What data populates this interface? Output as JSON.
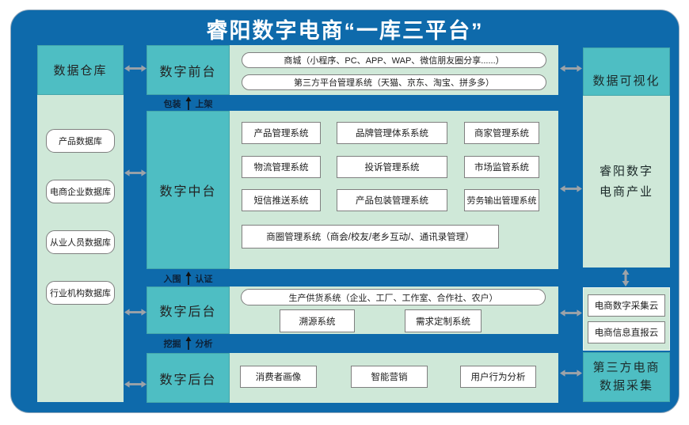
{
  "title": "睿阳数字电商“一库三平台”",
  "colors": {
    "background_blue": "#0E6AAB",
    "section_teal": "#4EBEC3",
    "panel_mint": "#CFE8D8",
    "box_white": "#FFFFFF",
    "title_text": "#FFFFFF",
    "arrow_gray": "#9EA3A8",
    "stage_label_text": "#0D2239"
  },
  "left_column": {
    "header": "数据仓库",
    "databases": [
      "产品数据库",
      "电商企业数据库",
      "从业人员数据库",
      "行业机构数据库"
    ]
  },
  "front": {
    "header": "数字前台",
    "items": [
      "商城（小程序、PC、APP、WAP、微信朋友圈分享......）",
      "第三方平台管理系统（天猫、京东、淘宝、拼多多）"
    ]
  },
  "stage_labels": {
    "packaging": {
      "left": "包装",
      "right": "上架"
    },
    "entry": {
      "left": "入围",
      "right": "认证"
    },
    "mining": {
      "left": "挖掘",
      "right": "分析"
    }
  },
  "middle": {
    "header": "数字中台",
    "systems": [
      "产品管理系统",
      "品牌管理体系系统",
      "商家管理系统",
      "物流管理系统",
      "投诉管理系统",
      "市场监管系统",
      "短信推送系统",
      "产品包装管理系统",
      "劳务输出管理系统"
    ],
    "wide_system": "商圈管理系统（商会/校友/老乡互动/、通讯录管理）"
  },
  "back1": {
    "header": "数字后台",
    "supply": "生产供货系统（企业、工厂、工作室、合作社、农户）",
    "items": [
      "溯源系统",
      "需求定制系统"
    ]
  },
  "back2": {
    "header": "数字后台",
    "items": [
      "消费者画像",
      "智能营销",
      "用户行为分析"
    ]
  },
  "right_column": {
    "header": "数据可视化",
    "industry_lines": [
      "睿阳数字",
      "电商产业"
    ],
    "clouds": [
      "电商数字采集云",
      "电商信息直报云"
    ],
    "third_party_lines": [
      "第三方电商",
      "数据采集"
    ]
  }
}
